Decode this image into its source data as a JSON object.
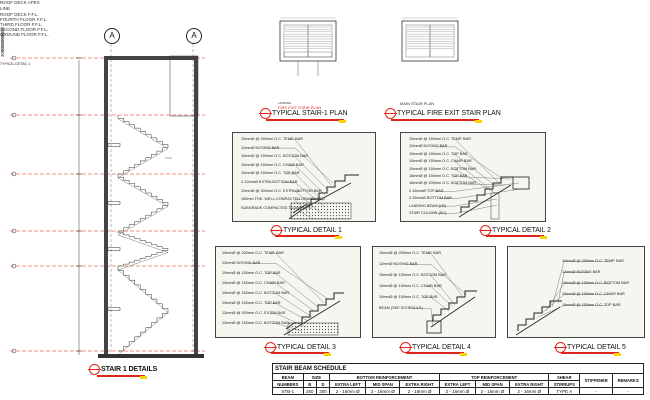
{
  "elevation": {
    "grid_label": "A",
    "levels": [
      {
        "name": "ROOF DECK APEX LINE",
        "dim": "4500"
      },
      {
        "name": "ROOF DECK F.F.L.",
        "dim": "3000"
      },
      {
        "name": "FOURTH FLOOR F.F.L.",
        "dim": "3000"
      },
      {
        "name": "THIRD FLOOR F.F.L.",
        "dim": "3000"
      },
      {
        "name": "SECOND FLOOR F.F.L.",
        "dim": "3000"
      },
      {
        "name": "GROUND FLOOR F.F.L.",
        "dim": ""
      }
    ],
    "side_note": "TYPICAL DETAIL 1",
    "title": "STAIR 1 DETAILS"
  },
  "plans": {
    "stair1": {
      "inner_label": "FIRE EXIT STAIR PLAN",
      "sub_label": "LANDING",
      "title": "TYPICAL STAIR-1 PLAN"
    },
    "fire_exit": {
      "inner_label": "MAIN STAIR PLAN",
      "title": "TYPICAL FIRE EXIT STAIR PLAN"
    }
  },
  "details": [
    {
      "title": "TYPICAL DETAIL 1",
      "callouts": [
        "10mmØ @ 250mm O.C. TEMP. BAR",
        "12mmØ NOSING BAR",
        "10mmØ @ 150mm O.C. BOTTOM BAR",
        "10mmØ @ 150mm O.C. CHAIR BAR",
        "10mmØ @ 150mm O.C. TOP BAR",
        "2-12mmØ EXTRA BOTTOM BAR",
        "12mmØ @ 300mm O.C. EXTRA BOTTOM BAR",
        "150mm THK. WELL-COMPACTED GRAVEL BED",
        "SUBGRADE COMPACTED TO 90% MPD"
      ]
    },
    {
      "title": "TYPICAL DETAIL 2",
      "callouts": [
        "10mmØ @ 150mm O.C. TEMP. BAR",
        "12mmØ NOSING BAR",
        "10mmØ @ 150mm O.C. TOP BAR",
        "10mmØ @ 150mm O.C. CHAIR BAR",
        "10mmØ @ 150mm O.C. BOTTOM BAR",
        "16mmØ @ 150mm O.C. TOP BAR",
        "16mmØ @ 200mm O.C. BOTTOM BAR",
        "2-16mmØ TOP BAR",
        "2-16mmØ BOTTOM BAR",
        "LANDING BEAM (LB)",
        "STAIR COLUMN (SC)"
      ]
    },
    {
      "title": "TYPICAL DETAIL 3",
      "callouts": [
        "10mmØ @ 200mm O.C. TEMP. BAR",
        "12mmØ NOSING BAR",
        "10mmØ @ 150mm O.C. TOP BAR",
        "10mmØ @ 150mm O.C. CHAIR BAR",
        "10mmØ @ 150mm O.C. BOTTOM BAR",
        "10mmØ @ 150mm O.C. TOP BAR",
        "12mmØ @ 300mm O.C. EXTRA BAR",
        "12mmØ @ 150mm O.C. BOTTOM BAR"
      ]
    },
    {
      "title": "TYPICAL DETAIL 4",
      "callouts": [
        "10mmØ @ 250mm O.C. TEMP. BAR",
        "12mmØ NOSING BAR",
        "10mmØ @ 150mm O.C. BOTTOM BAR",
        "10mmØ @ 150mm O.C. CHAIR BAR",
        "10mmØ @ 150mm O.C. TOP BAR",
        "BEAM (SEE SCHEDULE)"
      ]
    },
    {
      "title": "TYPICAL DETAIL 5",
      "callouts": [
        "10mmØ @ 250mm O.C. TEMP. BAR",
        "12mmØ NOSING BAR",
        "10mmØ @ 150mm O.C. BOTTOM BAR",
        "10mmØ @ 150mm O.C. CHAIR BAR",
        "10mmØ @ 150mm O.C. TOP BAR"
      ]
    }
  ],
  "schedule": {
    "title": "STAIR BEAM SCHEDULE",
    "headers": {
      "beam": "BEAM",
      "numbers": "NUMBERS",
      "size": "SIZE",
      "b": "B",
      "d": "D",
      "bottom": "BOTTOM REINFORCEMENT",
      "top": "TOP REINFORCEMENT",
      "extra_left": "EXTRA LEFT",
      "mid_span": "MID SPAN",
      "extra_right": "EXTRA RIGHT",
      "shear": "SHEAR",
      "stirrups": "STIRRUPS",
      "stiffener": "STIFFENER",
      "remarks": "REMARKS"
    },
    "rows": [
      [
        "STB-1",
        "250",
        "300",
        "2 - 16mm Ø",
        "2 - 16mm Ø",
        "2 - 16mm Ø",
        "2 - 16mm Ø",
        "2 - 16mm Ø",
        "2 - 16mm Ø",
        "TYPE A",
        "-",
        "-"
      ]
    ]
  },
  "colors": {
    "accent_red": "#e0261c",
    "highlight_yellow": "#ffd400",
    "level_line": "#e0261c"
  }
}
